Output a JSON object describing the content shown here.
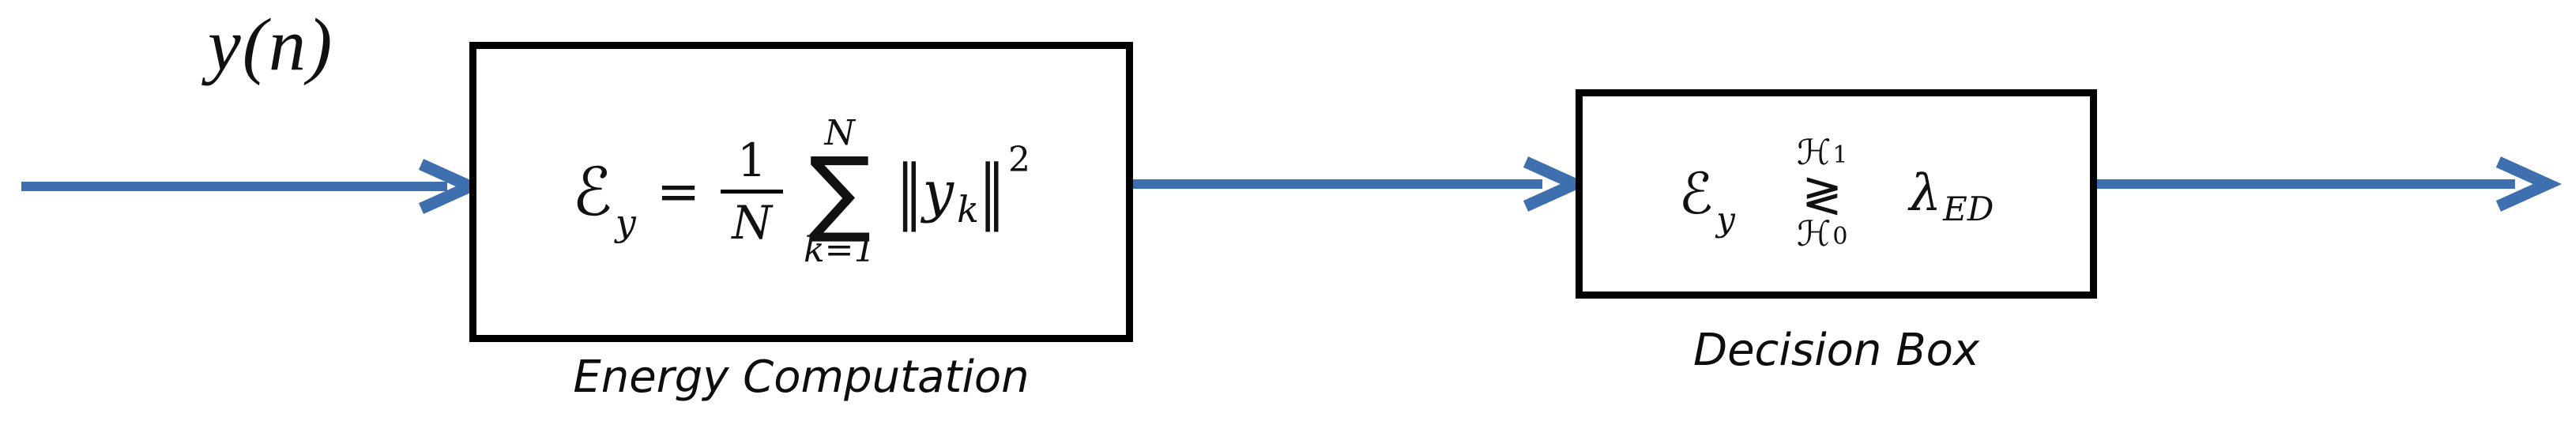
{
  "colors": {
    "arrow": "#3E6FAE",
    "box_border": "#000000",
    "text": "#111111",
    "background": "#FFFFFF"
  },
  "input_signal": {
    "label": "y(n)"
  },
  "energy_box": {
    "caption": "Energy Computation",
    "formula": {
      "energy_symbol": "ℰ",
      "energy_sub": "y",
      "equals": "=",
      "frac_num": "1",
      "frac_den": "N",
      "sum_op": "∑",
      "sum_upper": "N",
      "sum_lower": "k=1",
      "norm_open": "‖",
      "arg": "y",
      "arg_sub": "k",
      "norm_close": "‖",
      "power": "2"
    }
  },
  "decision_box": {
    "caption": "Decision Box",
    "formula": {
      "energy_symbol": "ℰ",
      "energy_sub": "y",
      "relation": "≷",
      "hyp_upper": "ℋ",
      "hyp_upper_sub": "1",
      "hyp_lower": "ℋ",
      "hyp_lower_sub": "0",
      "threshold": "λ",
      "threshold_sub": "ED"
    }
  }
}
